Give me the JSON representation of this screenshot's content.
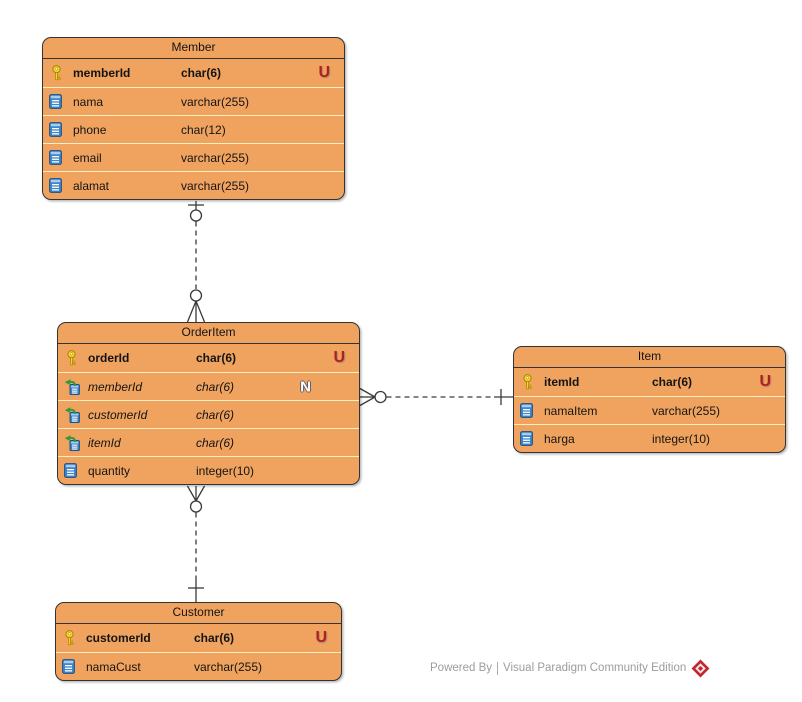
{
  "entities": [
    {
      "name": "Member",
      "columns": [
        {
          "name": "memberId",
          "type": "char(6)",
          "key": "primary",
          "badge": "U"
        },
        {
          "name": "nama",
          "type": "varchar(255)",
          "key": "none"
        },
        {
          "name": "phone",
          "type": "char(12)",
          "key": "none"
        },
        {
          "name": "email",
          "type": "varchar(255)",
          "key": "none"
        },
        {
          "name": "alamat",
          "type": "varchar(255)",
          "key": "none"
        }
      ]
    },
    {
      "name": "OrderItem",
      "columns": [
        {
          "name": "orderId",
          "type": "char(6)",
          "key": "primary",
          "badge": "U"
        },
        {
          "name": "memberId",
          "type": "char(6)",
          "key": "foreign",
          "badge": "N"
        },
        {
          "name": "customerId",
          "type": "char(6)",
          "key": "foreign"
        },
        {
          "name": "itemId",
          "type": "char(6)",
          "key": "foreign"
        },
        {
          "name": "quantity",
          "type": "integer(10)",
          "key": "none"
        }
      ]
    },
    {
      "name": "Item",
      "columns": [
        {
          "name": "itemId",
          "type": "char(6)",
          "key": "primary",
          "badge": "U"
        },
        {
          "name": "namaItem",
          "type": "varchar(255)",
          "key": "none"
        },
        {
          "name": "harga",
          "type": "integer(10)",
          "key": "none"
        }
      ]
    },
    {
      "name": "Customer",
      "columns": [
        {
          "name": "customerId",
          "type": "char(6)",
          "key": "primary",
          "badge": "U"
        },
        {
          "name": "namaCust",
          "type": "varchar(255)",
          "key": "none"
        }
      ]
    }
  ],
  "relationships": [
    {
      "from": "Member",
      "to": "OrderItem",
      "from_cardinality": "zero-or-one",
      "to_cardinality": "zero-or-many",
      "line_style": "dashed"
    },
    {
      "from": "Customer",
      "to": "OrderItem",
      "from_cardinality": "one",
      "to_cardinality": "zero-or-many",
      "line_style": "dashed"
    },
    {
      "from": "Item",
      "to": "OrderItem",
      "from_cardinality": "one",
      "to_cardinality": "zero-or-many",
      "line_style": "dashed"
    }
  ],
  "footer": {
    "powered_by": "Powered By",
    "brand": "Visual Paradigm Community Edition"
  },
  "icons": {
    "primary_key": "key-icon",
    "column": "column-icon",
    "foreign_key": "foreign-key-arrow-icon",
    "logo": "visual-paradigm-diamond-logo"
  },
  "colors": {
    "entity_fill": "#F0A35E",
    "entity_border": "#333333",
    "row_divider": "#FBEFBF",
    "unique_badge": "#B01F24",
    "nullable_badge": "#FFFFFF",
    "connector": "#3A3A3A",
    "footer_text": "#9C9C9C",
    "pk_icon_gold": "#F5D327",
    "column_icon_blue": "#3E86C9",
    "fk_arrow_green": "#2E9B3E",
    "logo_red": "#C4242B"
  }
}
